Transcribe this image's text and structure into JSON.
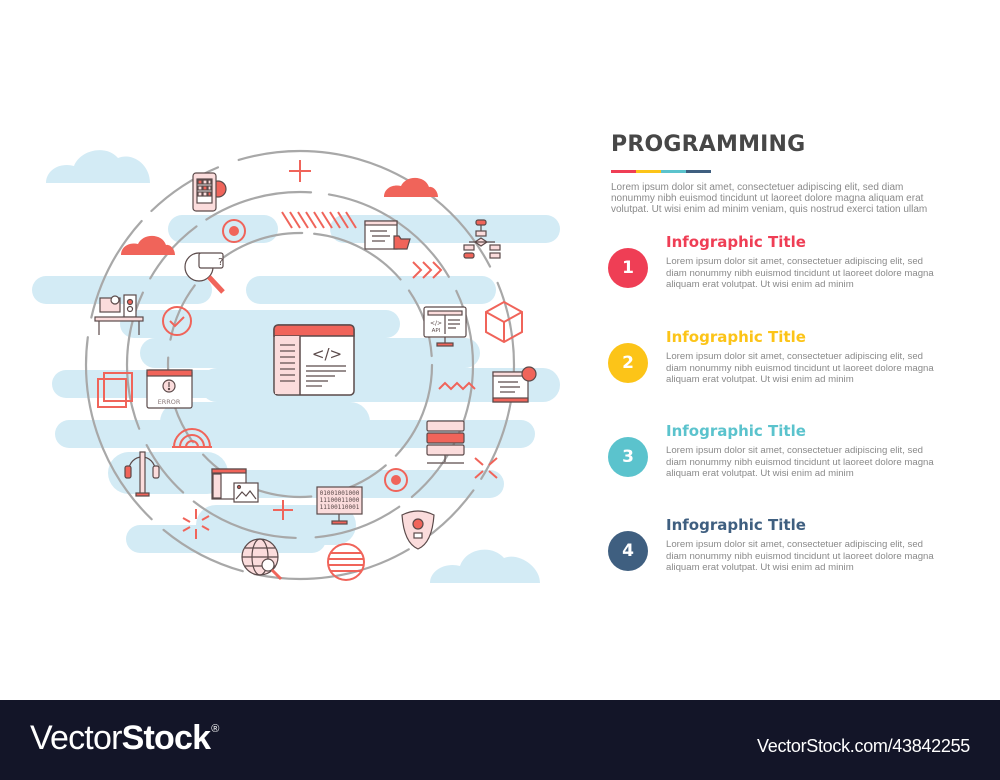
{
  "heading": {
    "title": "PROGRAMMING",
    "intro": "Lorem ipsum dolor sit amet, consectetuer adipiscing elit, sed diam nonummy nibh euismod tincidunt ut laoreet dolore magna aliquam erat volutpat. Ut wisi enim ad minim veniam, quis nostrud exerci tation ullam",
    "bar_colors": [
      "#ef3e55",
      "#fcc418",
      "#5bc3cd",
      "#3f5f80"
    ]
  },
  "items": [
    {
      "number": "1",
      "title": "Infographic Title",
      "color": "#ef3e55",
      "description": "Lorem ipsum dolor sit amet, consectetuer adipiscing elit, sed diam nonummy nibh euismod tincidunt ut laoreet dolore magna aliquam erat volutpat. Ut wisi enim ad minim"
    },
    {
      "number": "2",
      "title": "Infographic Title",
      "color": "#fcc418",
      "description": "Lorem ipsum dolor sit amet, consectetuer adipiscing elit, sed diam nonummy nibh euismod tincidunt ut laoreet dolore magna aliquam erat volutpat. Ut wisi enim ad minim"
    },
    {
      "number": "3",
      "title": "Infographic Title",
      "color": "#5bc3cd",
      "description": "Lorem ipsum dolor sit amet, consectetuer adipiscing elit, sed diam nonummy nibh euismod tincidunt ut laoreet dolore magna aliquam erat volutpat. Ut wisi enim ad minim"
    },
    {
      "number": "4",
      "title": "Infographic Title",
      "color": "#3f5f80",
      "description": "Lorem ipsum dolor sit amet, consectetuer adipiscing elit, sed diam nonummy nibh euismod tincidunt ut laoreet dolore magna aliquam erat volutpat. Ut wisi enim ad minim"
    }
  ],
  "illustration": {
    "center_icon": "code-window-icon",
    "center_code_glyph": "</>",
    "error_label": "ERROR",
    "api_label": "API",
    "binary_lines": [
      "01001001000",
      "11100011000",
      "11100110001"
    ],
    "icons": [
      "mobile-app-settings-icon",
      "target-icon",
      "search-question-icon",
      "cloud-icon",
      "workstation-icon",
      "checkmark-icon",
      "overlapping-squares-icon",
      "error-window-icon",
      "wifi-arc-icon",
      "microphone-headphones-icon",
      "web-page-image-icon",
      "sparkle-icon",
      "plus-icon",
      "globe-search-icon",
      "striped-ball-icon",
      "binary-monitor-icon",
      "bug-shield-icon",
      "server-rack-icon",
      "zigzag-icon",
      "settings-window-icon",
      "cube-icon",
      "api-monitor-icon",
      "chevrons-icon",
      "flowchart-icon",
      "code-folder-icon",
      "hatch-lines-icon"
    ],
    "colors": {
      "accent": "#f0645a",
      "accent_light": "#fbdcdc",
      "outline": "#5b4a4a",
      "ring": "#a8a8a8",
      "band": "#d3ebf5"
    }
  },
  "footer": {
    "logo_light": "Vector",
    "logo_bold": "Stock",
    "logo_mark": "®",
    "reference": "VectorStock.com/43842255"
  }
}
